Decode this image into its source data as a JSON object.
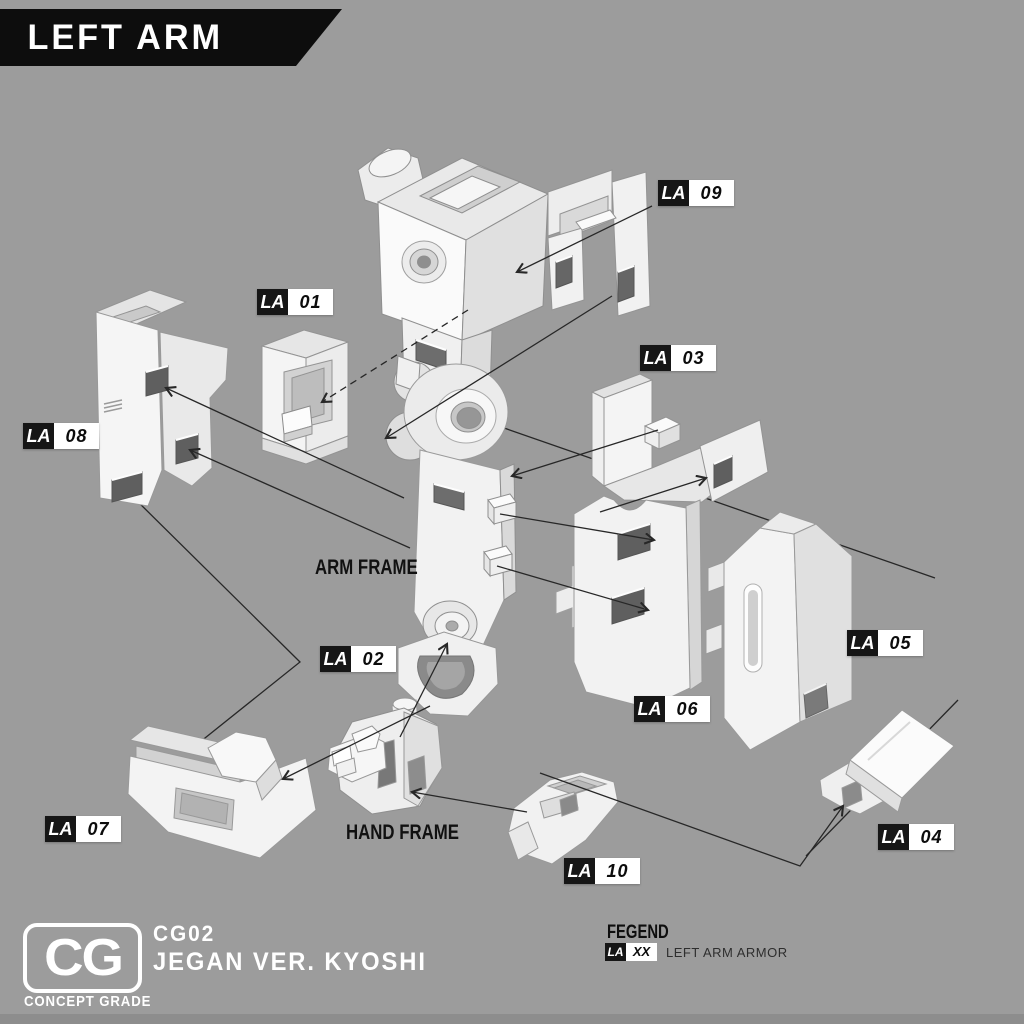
{
  "header": {
    "title": "LEFT ARM"
  },
  "diagram": {
    "annotations": {
      "arm_frame": "ARM FRAME",
      "hand_frame": "HAND FRAME"
    },
    "part_labels": [
      {
        "prefix": "LA",
        "number": "01"
      },
      {
        "prefix": "LA",
        "number": "02"
      },
      {
        "prefix": "LA",
        "number": "03"
      },
      {
        "prefix": "LA",
        "number": "04"
      },
      {
        "prefix": "LA",
        "number": "05"
      },
      {
        "prefix": "LA",
        "number": "06"
      },
      {
        "prefix": "LA",
        "number": "07"
      },
      {
        "prefix": "LA",
        "number": "08"
      },
      {
        "prefix": "LA",
        "number": "09"
      },
      {
        "prefix": "LA",
        "number": "10"
      }
    ]
  },
  "footer": {
    "logo": {
      "monogram": "CG",
      "subtitle": "CONCEPT GRADE"
    },
    "kit_code": "CG02",
    "kit_name": "JEGAN VER. KYOSHI",
    "legend": {
      "title": "FEGEND",
      "sample_prefix": "LA",
      "sample_number": "XX",
      "description": "LEFT ARM ARMOR"
    }
  },
  "colors": {
    "background": "#9c9c9c",
    "banner": "#0d0d0d",
    "label_black": "#161616",
    "label_white": "#ffffff",
    "line": "#272727",
    "bottom_bar": "#8d8d8d"
  }
}
